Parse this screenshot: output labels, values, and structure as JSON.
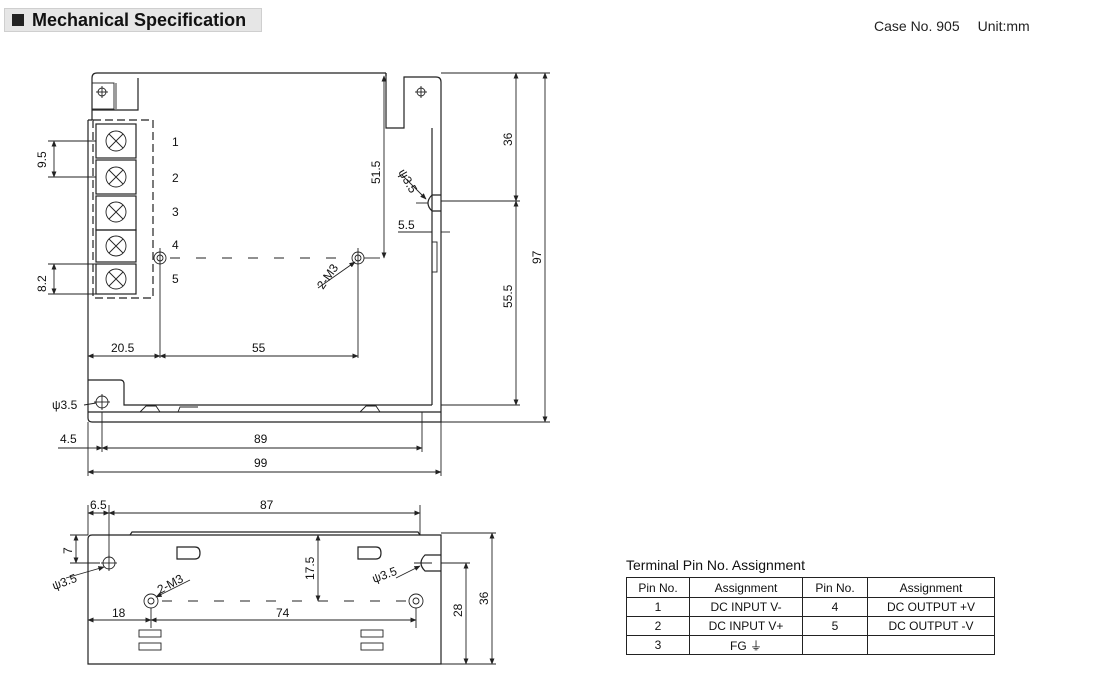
{
  "header": {
    "title": "Mechanical Specification"
  },
  "case_info": {
    "case_no": "Case No. 905",
    "unit": "Unit:mm"
  },
  "top_view": {
    "terminal_numbers": [
      "1",
      "2",
      "3",
      "4",
      "5"
    ],
    "dimensions": {
      "pitch": "9.5",
      "terminal_height": "8.2",
      "hole_offset_x": "20.5",
      "hole_spacing": "55",
      "hole_label": "2-M3",
      "top_dim": "51.5",
      "slot_dia": "ψ3.5",
      "slot_offset": "5.5",
      "right_upper": "36",
      "right_lower": "55.5",
      "overall_height": "97",
      "left_hole_dia": "ψ3.5",
      "left_offset": "4.5",
      "inner_width": "89",
      "overall_width": "99"
    }
  },
  "side_view": {
    "dimensions": {
      "left_offset": "6.5",
      "top_width": "87",
      "hole_height": "7",
      "left_hole_dia": "ψ3.5",
      "hole_label": "2-M3",
      "mid_height": "17.5",
      "right_hole_dia": "ψ3.5",
      "left_hole_x": "18",
      "hole_spacing": "74",
      "mount_height": "28",
      "overall_height": "36"
    }
  },
  "pin_table": {
    "caption": "Terminal Pin No.  Assignment",
    "headers": [
      "Pin No.",
      "Assignment",
      "Pin No.",
      "Assignment"
    ],
    "rows": [
      [
        "1",
        "DC INPUT V-",
        "4",
        "DC OUTPUT +V"
      ],
      [
        "2",
        "DC INPUT V+",
        "5",
        "DC OUTPUT -V"
      ],
      [
        "3",
        "FG ⏚",
        "",
        ""
      ]
    ]
  }
}
